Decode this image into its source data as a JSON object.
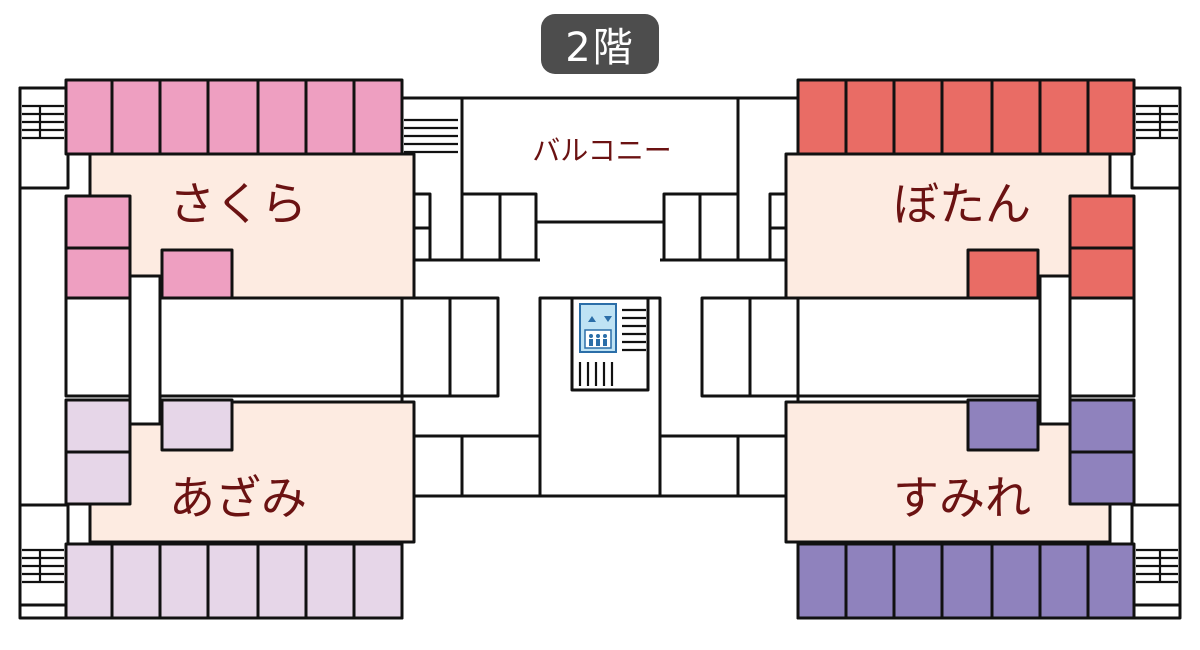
{
  "floor_title": "2階",
  "areas": {
    "balcony": "バルコニー",
    "north_west": "さくら",
    "north_east": "ぼたん",
    "south_west": "あざみ",
    "south_east": "すみれ"
  },
  "colors": {
    "sakura_room": "#ee9fc1",
    "sakura_room_light": "#ee9fc1",
    "botan_room": "#e96c65",
    "azami_room": "#e6d6e8",
    "sumire_room": "#8f82bd",
    "common_area": "#fdebe1",
    "label": "#6b1212",
    "elevator": "#bfe3f4",
    "badge": "#4d4d4d"
  },
  "icons": {
    "elevator": "elevator-icon"
  }
}
